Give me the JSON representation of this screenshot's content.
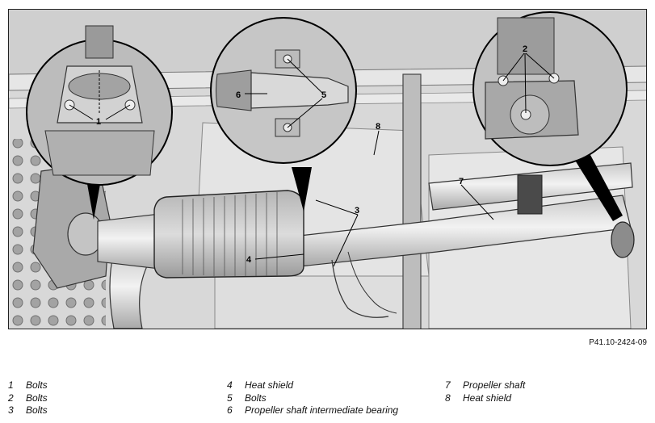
{
  "figure_code": "P41.10-2424-09",
  "callouts": [
    "1",
    "2",
    "3",
    "4",
    "5",
    "6",
    "7",
    "8"
  ],
  "legend": {
    "col1": [
      {
        "num": "1",
        "label": "Bolts"
      },
      {
        "num": "2",
        "label": "Bolts"
      },
      {
        "num": "3",
        "label": "Bolts"
      }
    ],
    "col2": [
      {
        "num": "4",
        "label": "Heat shield"
      },
      {
        "num": "5",
        "label": "Bolts"
      },
      {
        "num": "6",
        "label": "Propeller shaft intermediate bearing"
      }
    ],
    "col3": [
      {
        "num": "7",
        "label": "Propeller shaft"
      },
      {
        "num": "8",
        "label": "Heat shield"
      }
    ]
  }
}
